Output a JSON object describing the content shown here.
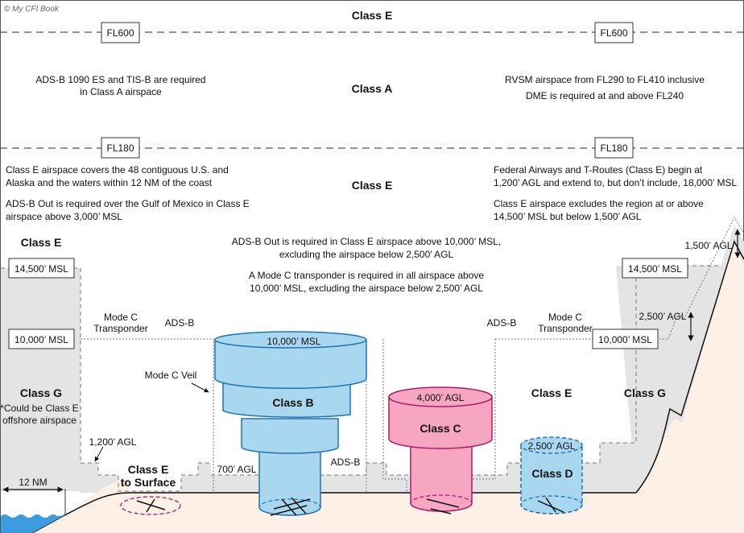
{
  "copyright": "© My CFI Book",
  "colors": {
    "class_b": "#a9d7ef",
    "class_b_stroke": "#1f74b8",
    "class_c": "#f7a6c1",
    "class_c_stroke": "#b0186a",
    "class_d": "#a9d7ef",
    "class_d_stroke": "#1f74b8",
    "ground": "#fdf0e6",
    "class_g": "#e4e4e4",
    "water": "#3d9be0"
  },
  "levels": {
    "fl600_left": "FL600",
    "fl600_right": "FL600",
    "fl180_left": "FL180",
    "fl180_right": "FL180",
    "msl14500_left": "14,500’ MSL",
    "msl14500_right": "14,500’ MSL",
    "msl10000_left": "10,000’ MSL",
    "msl10000_right": "10,000’ MSL"
  },
  "classes": {
    "top_e": "Class E",
    "a": "Class A",
    "mid_e": "Class E",
    "left_e": "Class E",
    "left_g": "Class G",
    "left_g_note": [
      "*Could be Class E",
      "offshore airspace"
    ],
    "b": "Class B",
    "c": "Class C",
    "d": "Class D",
    "right_e": "Class E",
    "right_g": "Class G",
    "e_surface": [
      "Class E",
      "to Surface"
    ]
  },
  "notes": {
    "class_a_left": [
      "ADS-B 1090 ES and TIS-B are required",
      "in Class A airspace"
    ],
    "class_a_right_1": "RVSM airspace from FL290 to FL410 inclusive",
    "class_a_right_2": "DME is required at and above FL240",
    "class_e_left_1": [
      "Class E airspace covers the 48 contiguous U.S. and",
      "Alaska and the waters within 12 NM of the coast"
    ],
    "class_e_left_2": [
      "ADS-B Out is required over the Gulf of Mexico in Class E",
      "airspace above 3,000’ MSL"
    ],
    "class_e_right_1": [
      "Federal Airways and T-Routes (Class E) begin at",
      "1,200’ AGL and extend to, but don’t include, 18,000’ MSL"
    ],
    "class_e_right_2": [
      "Class E airspace excludes the region at or above",
      "14,500’ MSL but below 1,500’ AGL"
    ],
    "center_1": [
      "ADS-B Out is required in Class E airspace above 10,000’ MSL,",
      "excluding the airspace below 2,500’ AGL"
    ],
    "center_2": [
      "A Mode C transponder is required in all airspace above",
      "10,000’ MSL, excluding the airspace below 2,500’ AGL"
    ]
  },
  "labels": {
    "mode_c_left": [
      "Mode C",
      "Transponder"
    ],
    "adsb_left": "ADS-B",
    "mode_c_veil": "Mode C Veil",
    "agl_1200": "1,200’ AGL",
    "agl_700": "700’ AGL",
    "adsb_b_bottom": "ADS-B",
    "nm12": "12 NM",
    "b_top": "10,000’ MSL",
    "c_top": "4,000’ AGL",
    "d_top": "2,500’ AGL",
    "adsb_right": "ADS-B",
    "mode_c_right": [
      "Mode C",
      "Transponder"
    ],
    "agl_2500": "2,500’ AGL",
    "agl_1500": "1,500’ AGL"
  }
}
